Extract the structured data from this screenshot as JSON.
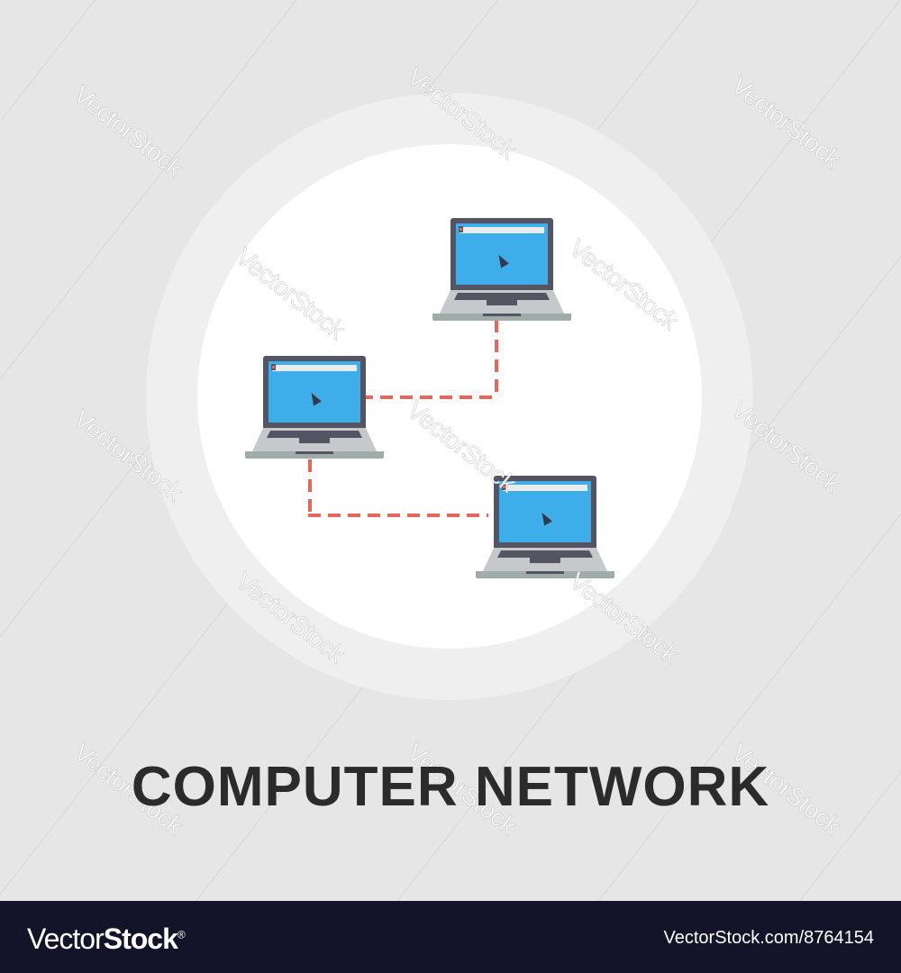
{
  "illustration": {
    "title": "COMPUTER NETWORK",
    "laptops": [
      {
        "name": "laptop-top-right",
        "icon": "laptop-icon"
      },
      {
        "name": "laptop-middle-left",
        "icon": "laptop-icon"
      },
      {
        "name": "laptop-bottom-right",
        "icon": "laptop-icon"
      }
    ],
    "connections": "dashed-lines",
    "colors": {
      "background": "#e6e6e6",
      "ring_outer": "#efefef",
      "ring_inner": "#ffffff",
      "bezel": "#545463",
      "screen": "#3eaeea",
      "deck": "#c5c9cc",
      "connection": "#e5675b",
      "title": "#2b2b2b"
    }
  },
  "watermark": {
    "text": "VectorStock"
  },
  "footer": {
    "brand_light": "Vector",
    "brand_bold": "Stock",
    "brand_mark": "®",
    "reference": "VectorStock.com/8764154",
    "background": "#13142a"
  }
}
